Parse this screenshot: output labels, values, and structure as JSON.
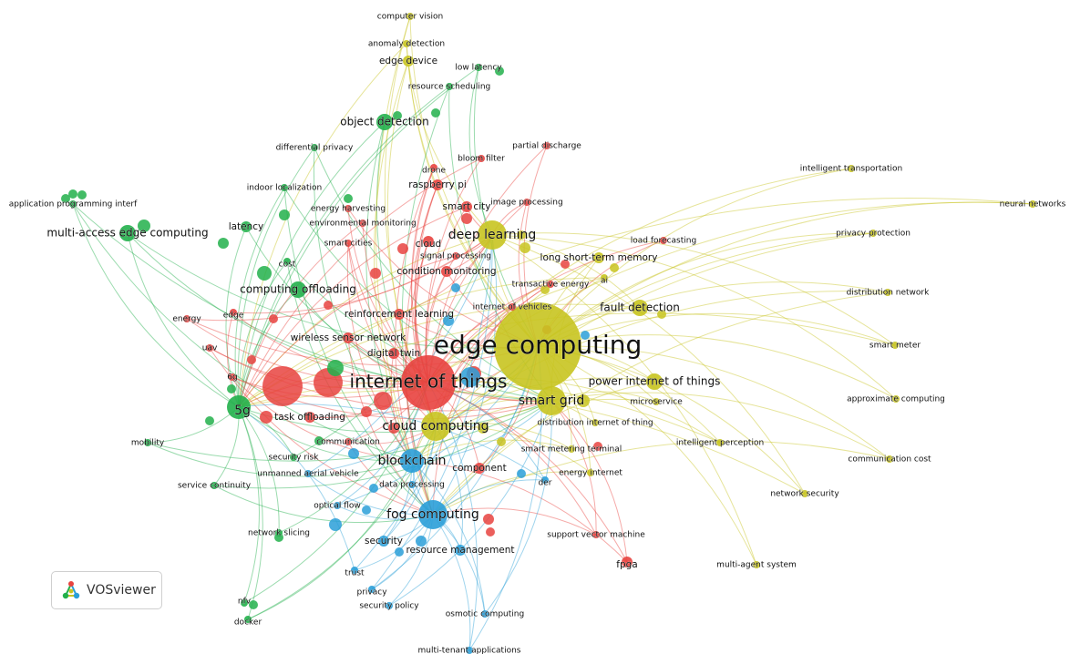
{
  "badge": {
    "label": "VOSviewer",
    "icon": "vosviewer-logo-icon"
  },
  "clusters": {
    "red": "#e8433f",
    "green": "#22b04b",
    "blue": "#2a9fd8",
    "yellow": "#c8c420"
  },
  "network": {
    "nodes": [
      {
        "id": "edge computing",
        "label": "edge computing",
        "cluster": "yellow",
        "weight": 10
      },
      {
        "id": "internet of things",
        "label": "internet of things",
        "cluster": "red",
        "weight": 9
      },
      {
        "id": "smart grid",
        "label": "smart grid",
        "cluster": "yellow",
        "weight": 5
      },
      {
        "id": "cloud computing",
        "label": "cloud computing",
        "cluster": "yellow",
        "weight": 5
      },
      {
        "id": "deep learning",
        "label": "deep learning",
        "cluster": "yellow",
        "weight": 5
      },
      {
        "id": "fog computing",
        "label": "fog computing",
        "cluster": "blue",
        "weight": 5
      },
      {
        "id": "blockchain",
        "label": "blockchain",
        "cluster": "blue",
        "weight": 4
      },
      {
        "id": "5g",
        "label": "5g",
        "cluster": "green",
        "weight": 4
      },
      {
        "id": "multi-access edge computing",
        "label": "multi-access edge computing",
        "cluster": "green",
        "weight": 3
      },
      {
        "id": "computing offloading",
        "label": "computing offloading",
        "cluster": "green",
        "weight": 3
      },
      {
        "id": "object detection",
        "label": "object detection",
        "cluster": "green",
        "weight": 3
      },
      {
        "id": "power internet of things",
        "label": "power internet of things",
        "cluster": "yellow",
        "weight": 3
      },
      {
        "id": "fault detection",
        "label": "fault detection",
        "cluster": "yellow",
        "weight": 3
      },
      {
        "id": "reinforcement learning",
        "label": "reinforcement learning",
        "cluster": "red",
        "weight": 2
      },
      {
        "id": "wireless sensor network",
        "label": "wireless sensor network",
        "cluster": "red",
        "weight": 2
      },
      {
        "id": "digital twin",
        "label": "digital twin",
        "cluster": "red",
        "weight": 2
      },
      {
        "id": "task offloading",
        "label": "task offloading",
        "cluster": "red",
        "weight": 2
      },
      {
        "id": "latency",
        "label": "latency",
        "cluster": "green",
        "weight": 2
      },
      {
        "id": "edge device",
        "label": "edge device",
        "cluster": "yellow",
        "weight": 2
      },
      {
        "id": "computer vision",
        "label": "computer vision",
        "cluster": "yellow",
        "weight": 1
      },
      {
        "id": "anomaly detection",
        "label": "anomaly detection",
        "cluster": "yellow",
        "weight": 1
      },
      {
        "id": "low latency",
        "label": "low latency",
        "cluster": "green",
        "weight": 1
      },
      {
        "id": "resource scheduling",
        "label": "resource scheduling",
        "cluster": "green",
        "weight": 1
      },
      {
        "id": "differential privacy",
        "label": "differential privacy",
        "cluster": "green",
        "weight": 1
      },
      {
        "id": "partial discharge",
        "label": "partial discharge",
        "cluster": "red",
        "weight": 1
      },
      {
        "id": "bloom filter",
        "label": "bloom filter",
        "cluster": "red",
        "weight": 1
      },
      {
        "id": "drone",
        "label": "drone",
        "cluster": "red",
        "weight": 1
      },
      {
        "id": "raspberry pi",
        "label": "raspberry pi",
        "cluster": "red",
        "weight": 2
      },
      {
        "id": "smart city",
        "label": "smart city",
        "cluster": "red",
        "weight": 2
      },
      {
        "id": "image processing",
        "label": "image processing",
        "cluster": "red",
        "weight": 1
      },
      {
        "id": "indoor localization",
        "label": "indoor localization",
        "cluster": "green",
        "weight": 1
      },
      {
        "id": "application programming interf",
        "label": "application programming interf",
        "cluster": "green",
        "weight": 1
      },
      {
        "id": "energy harvesting",
        "label": "energy harvesting",
        "cluster": "red",
        "weight": 1
      },
      {
        "id": "environmental monitoring",
        "label": "environmental monitoring",
        "cluster": "red",
        "weight": 1
      },
      {
        "id": "smart cities",
        "label": "smart cities",
        "cluster": "red",
        "weight": 1
      },
      {
        "id": "cloud",
        "label": "cloud",
        "cluster": "red",
        "weight": 2
      },
      {
        "id": "signal processing",
        "label": "signal processing",
        "cluster": "red",
        "weight": 1
      },
      {
        "id": "condition monitoring",
        "label": "condition monitoring",
        "cluster": "red",
        "weight": 2
      },
      {
        "id": "cost",
        "label": "cost",
        "cluster": "green",
        "weight": 1
      },
      {
        "id": "long short-term memory",
        "label": "long short-term memory",
        "cluster": "yellow",
        "weight": 2
      },
      {
        "id": "load forecasting",
        "label": "load forecasting",
        "cluster": "red",
        "weight": 1
      },
      {
        "id": "ai",
        "label": "ai",
        "cluster": "yellow",
        "weight": 1
      },
      {
        "id": "transactive energy",
        "label": "transactive energy",
        "cluster": "red",
        "weight": 1
      },
      {
        "id": "internet of vehicles",
        "label": "internet of vehicles",
        "cluster": "red",
        "weight": 1
      },
      {
        "id": "edge",
        "label": "edge",
        "cluster": "red",
        "weight": 1
      },
      {
        "id": "energy",
        "label": "energy",
        "cluster": "red",
        "weight": 1
      },
      {
        "id": "uav",
        "label": "uav",
        "cluster": "red",
        "weight": 1
      },
      {
        "id": "6g",
        "label": "6g",
        "cluster": "red",
        "weight": 1
      },
      {
        "id": "intelligent transportation",
        "label": "intelligent transportation",
        "cluster": "yellow",
        "weight": 1
      },
      {
        "id": "neural networks",
        "label": "neural networks",
        "cluster": "yellow",
        "weight": 1
      },
      {
        "id": "privacy protection",
        "label": "privacy protection",
        "cluster": "yellow",
        "weight": 1
      },
      {
        "id": "distribution network",
        "label": "distribution network",
        "cluster": "yellow",
        "weight": 1
      },
      {
        "id": "smart meter",
        "label": "smart meter",
        "cluster": "yellow",
        "weight": 1
      },
      {
        "id": "approximate computing",
        "label": "approximate computing",
        "cluster": "yellow",
        "weight": 1
      },
      {
        "id": "communication cost",
        "label": "communication cost",
        "cluster": "yellow",
        "weight": 1
      },
      {
        "id": "microservice",
        "label": "microservice",
        "cluster": "yellow",
        "weight": 1
      },
      {
        "id": "distribution internet of thing",
        "label": "distribution internet of thing",
        "cluster": "yellow",
        "weight": 1
      },
      {
        "id": "intelligent perception",
        "label": "intelligent perception",
        "cluster": "yellow",
        "weight": 1
      },
      {
        "id": "smart metering terminal",
        "label": "smart metering terminal",
        "cluster": "yellow",
        "weight": 1
      },
      {
        "id": "energy internet",
        "label": "energy internet",
        "cluster": "yellow",
        "weight": 1
      },
      {
        "id": "network security",
        "label": "network security",
        "cluster": "yellow",
        "weight": 1
      },
      {
        "id": "multi-agent system",
        "label": "multi-agent system",
        "cluster": "yellow",
        "weight": 1
      },
      {
        "id": "support vector machine",
        "label": "support vector machine",
        "cluster": "red",
        "weight": 1
      },
      {
        "id": "fpga",
        "label": "fpga",
        "cluster": "red",
        "weight": 2
      },
      {
        "id": "component",
        "label": "component",
        "cluster": "red",
        "weight": 2
      },
      {
        "id": "der",
        "label": "der",
        "cluster": "blue",
        "weight": 1
      },
      {
        "id": "data processing",
        "label": "data processing",
        "cluster": "blue",
        "weight": 1
      },
      {
        "id": "communication",
        "label": "communication",
        "cluster": "red",
        "weight": 1
      },
      {
        "id": "security risk",
        "label": "security risk",
        "cluster": "green",
        "weight": 1
      },
      {
        "id": "unmanned aerial vehicle",
        "label": "unmanned aerial vehicle",
        "cluster": "blue",
        "weight": 1
      },
      {
        "id": "service continuity",
        "label": "service continuity",
        "cluster": "green",
        "weight": 1
      },
      {
        "id": "mobility",
        "label": "mobility",
        "cluster": "green",
        "weight": 1
      },
      {
        "id": "optical flow",
        "label": "optical flow",
        "cluster": "blue",
        "weight": 1
      },
      {
        "id": "network slicing",
        "label": "network slicing",
        "cluster": "green",
        "weight": 1
      },
      {
        "id": "security",
        "label": "security",
        "cluster": "blue",
        "weight": 2
      },
      {
        "id": "resource management",
        "label": "resource management",
        "cluster": "blue",
        "weight": 2
      },
      {
        "id": "trust",
        "label": "trust",
        "cluster": "blue",
        "weight": 1
      },
      {
        "id": "privacy",
        "label": "privacy",
        "cluster": "blue",
        "weight": 1
      },
      {
        "id": "security policy",
        "label": "security policy",
        "cluster": "blue",
        "weight": 1
      },
      {
        "id": "osmotic computing",
        "label": "osmotic computing",
        "cluster": "blue",
        "weight": 1
      },
      {
        "id": "multi-tenant applications",
        "label": "multi-tenant applications",
        "cluster": "blue",
        "weight": 1
      },
      {
        "id": "nfv",
        "label": "nfv",
        "cluster": "green",
        "weight": 1
      },
      {
        "id": "docker",
        "label": "docker",
        "cluster": "green",
        "weight": 1
      }
    ]
  }
}
